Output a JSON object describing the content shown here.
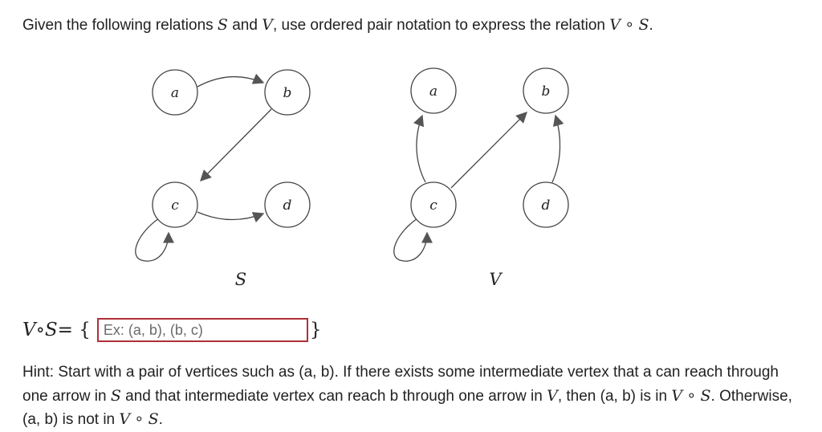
{
  "question": {
    "prefix": "Given the following relations ",
    "s": "S",
    "and": " and ",
    "v": "V",
    "middle": ", use ordered pair notation to express the relation ",
    "comp_v": "V",
    "comp_op": " ∘ ",
    "comp_s": "S",
    "end": "."
  },
  "graphs": {
    "S": {
      "label": "S",
      "nodes": {
        "a": "a",
        "b": "b",
        "c": "c",
        "d": "d"
      }
    },
    "V": {
      "label": "V",
      "nodes": {
        "a": "a",
        "b": "b",
        "c": "c",
        "d": "d"
      }
    }
  },
  "answer": {
    "v": "V",
    "op": " ∘ ",
    "s": "S",
    "eq": " = {",
    "close": "}",
    "input_value": "",
    "placeholder": "Ex: (a, b), (b, c)"
  },
  "hint": {
    "p1": "Hint: Start with a pair of vertices such as (a, b). If there exists some intermediate vertex that a can reach through one arrow in ",
    "s1": "S",
    "p2": " and that intermediate vertex can reach b through one arrow in ",
    "v1": "V",
    "p3": ", then (a, b) is in ",
    "v2": "V",
    "op2": " ∘ ",
    "s2": "S",
    "p4": ". Otherwise, (a, b) is not in ",
    "v3": "V",
    "op3": " ∘ ",
    "s3": "S",
    "p5": "."
  }
}
